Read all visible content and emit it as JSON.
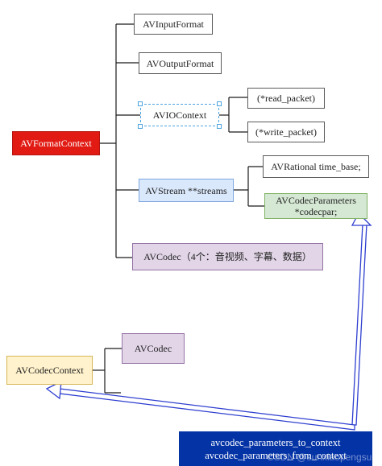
{
  "nodes": {
    "format_context": "AVFormatContext",
    "input_format": "AVInputFormat",
    "output_format": "AVOutputFormat",
    "io_context": "AVIOContext",
    "read_packet": "(*read_packet)",
    "write_packet": "(*write_packet)",
    "stream": "AVStream **streams",
    "time_base": "AVRational time_base;",
    "codecpar_line1": "AVCodecParameters",
    "codecpar_line2": "*codecpar;",
    "codec": "AVCodec（4个：音视频、字幕、数据）",
    "codec_context": "AVCodecContext",
    "codec2": "AVCodec"
  },
  "functions": {
    "line1": "avcodec_parameters_to_context",
    "line2": "avcodec_parameters_from_context"
  },
  "watermark": "CSDN @sunxiaopengsun",
  "colors": {
    "red": "#e11b14",
    "blue_fill": "#dae8fc",
    "green_fill": "#d5e8d4",
    "purple_fill": "#e1d5e7",
    "yellow_fill": "#fff2cc",
    "navy": "#0433a6",
    "arrow": "#2f3fd0"
  }
}
